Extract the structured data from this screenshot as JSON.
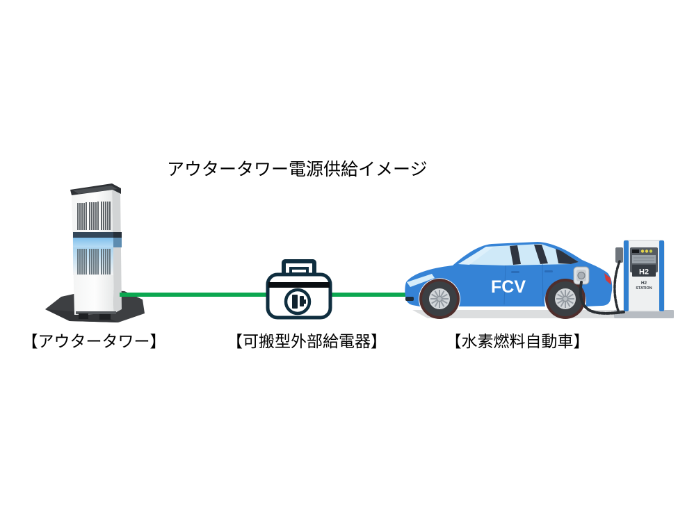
{
  "title": "アウタータワー電源供給イメージ",
  "diagram": {
    "outer_tower": {
      "label": "【アウタータワー】"
    },
    "portable_power_unit": {
      "label": "【可搬型外部給電器】"
    },
    "fcv": {
      "label": "【水素燃料自動車】",
      "badge": "FCV"
    },
    "h2_station": {
      "panel_label": "H2",
      "sign_line1": "H2",
      "sign_line2": "STATION"
    }
  },
  "colors": {
    "connector_green": "#0ba750",
    "car_body_blue": "#3583d6",
    "box_outline_navy": "#0f2e3f",
    "tower_accent_blue": "#8ec6ee"
  }
}
